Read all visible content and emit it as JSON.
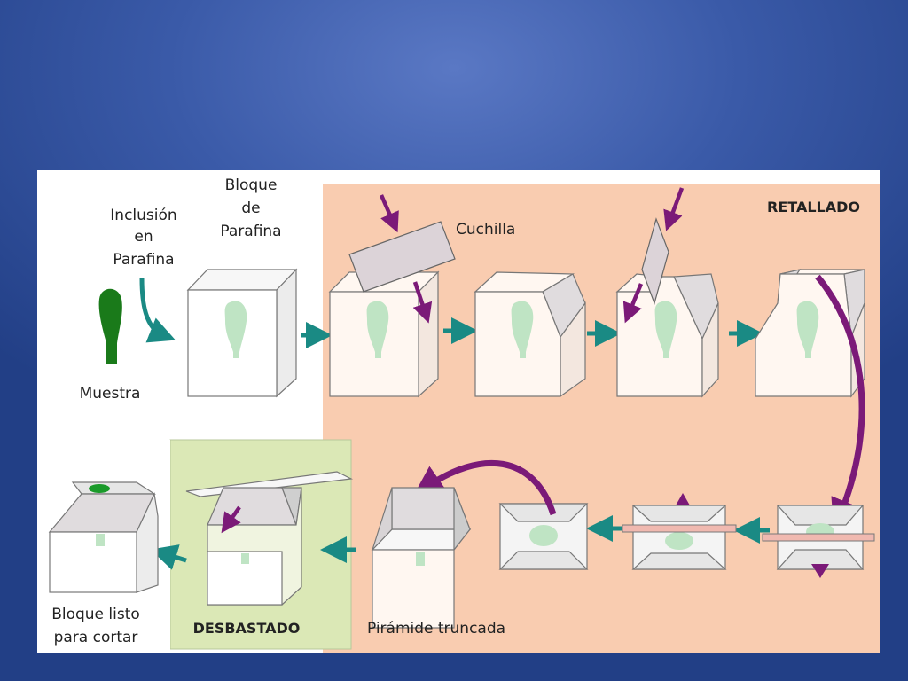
{
  "slide": {
    "background_color": "#3a5aa8"
  },
  "diagram": {
    "labels": {
      "inclusion": [
        "Inclusión",
        "en",
        "Parafina"
      ],
      "bloque": [
        "Bloque",
        "de",
        "Parafina"
      ],
      "muestra": "Muestra",
      "cuchilla": "Cuchilla",
      "retallado": "RETALLADO",
      "desbastado": "DESBASTADO",
      "piramide": "Pirámide truncada",
      "listo": [
        "Bloque listo",
        "para cortar"
      ]
    },
    "colors": {
      "retallado_area": "#f9ccb0",
      "desbastado_area": "#dbe8b6",
      "step_arrow": "#1a8a84",
      "blade_arrow": "#7b1a78",
      "sample": "#1a7a1a",
      "sample_in_block": "#bfe4c4",
      "blade": "#dcd3d8"
    }
  }
}
